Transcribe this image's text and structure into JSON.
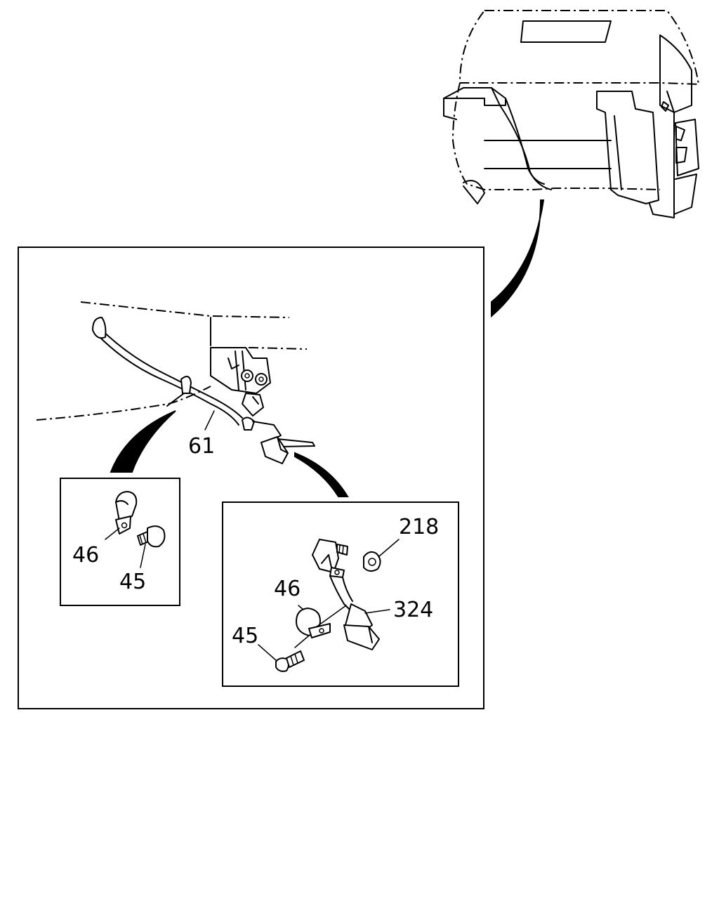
{
  "diagram": {
    "callouts": {
      "c61": "61",
      "c46_left": "46",
      "c45_left": "45",
      "c218": "218",
      "c46_right": "46",
      "c324": "324",
      "c45_right": "45"
    }
  }
}
